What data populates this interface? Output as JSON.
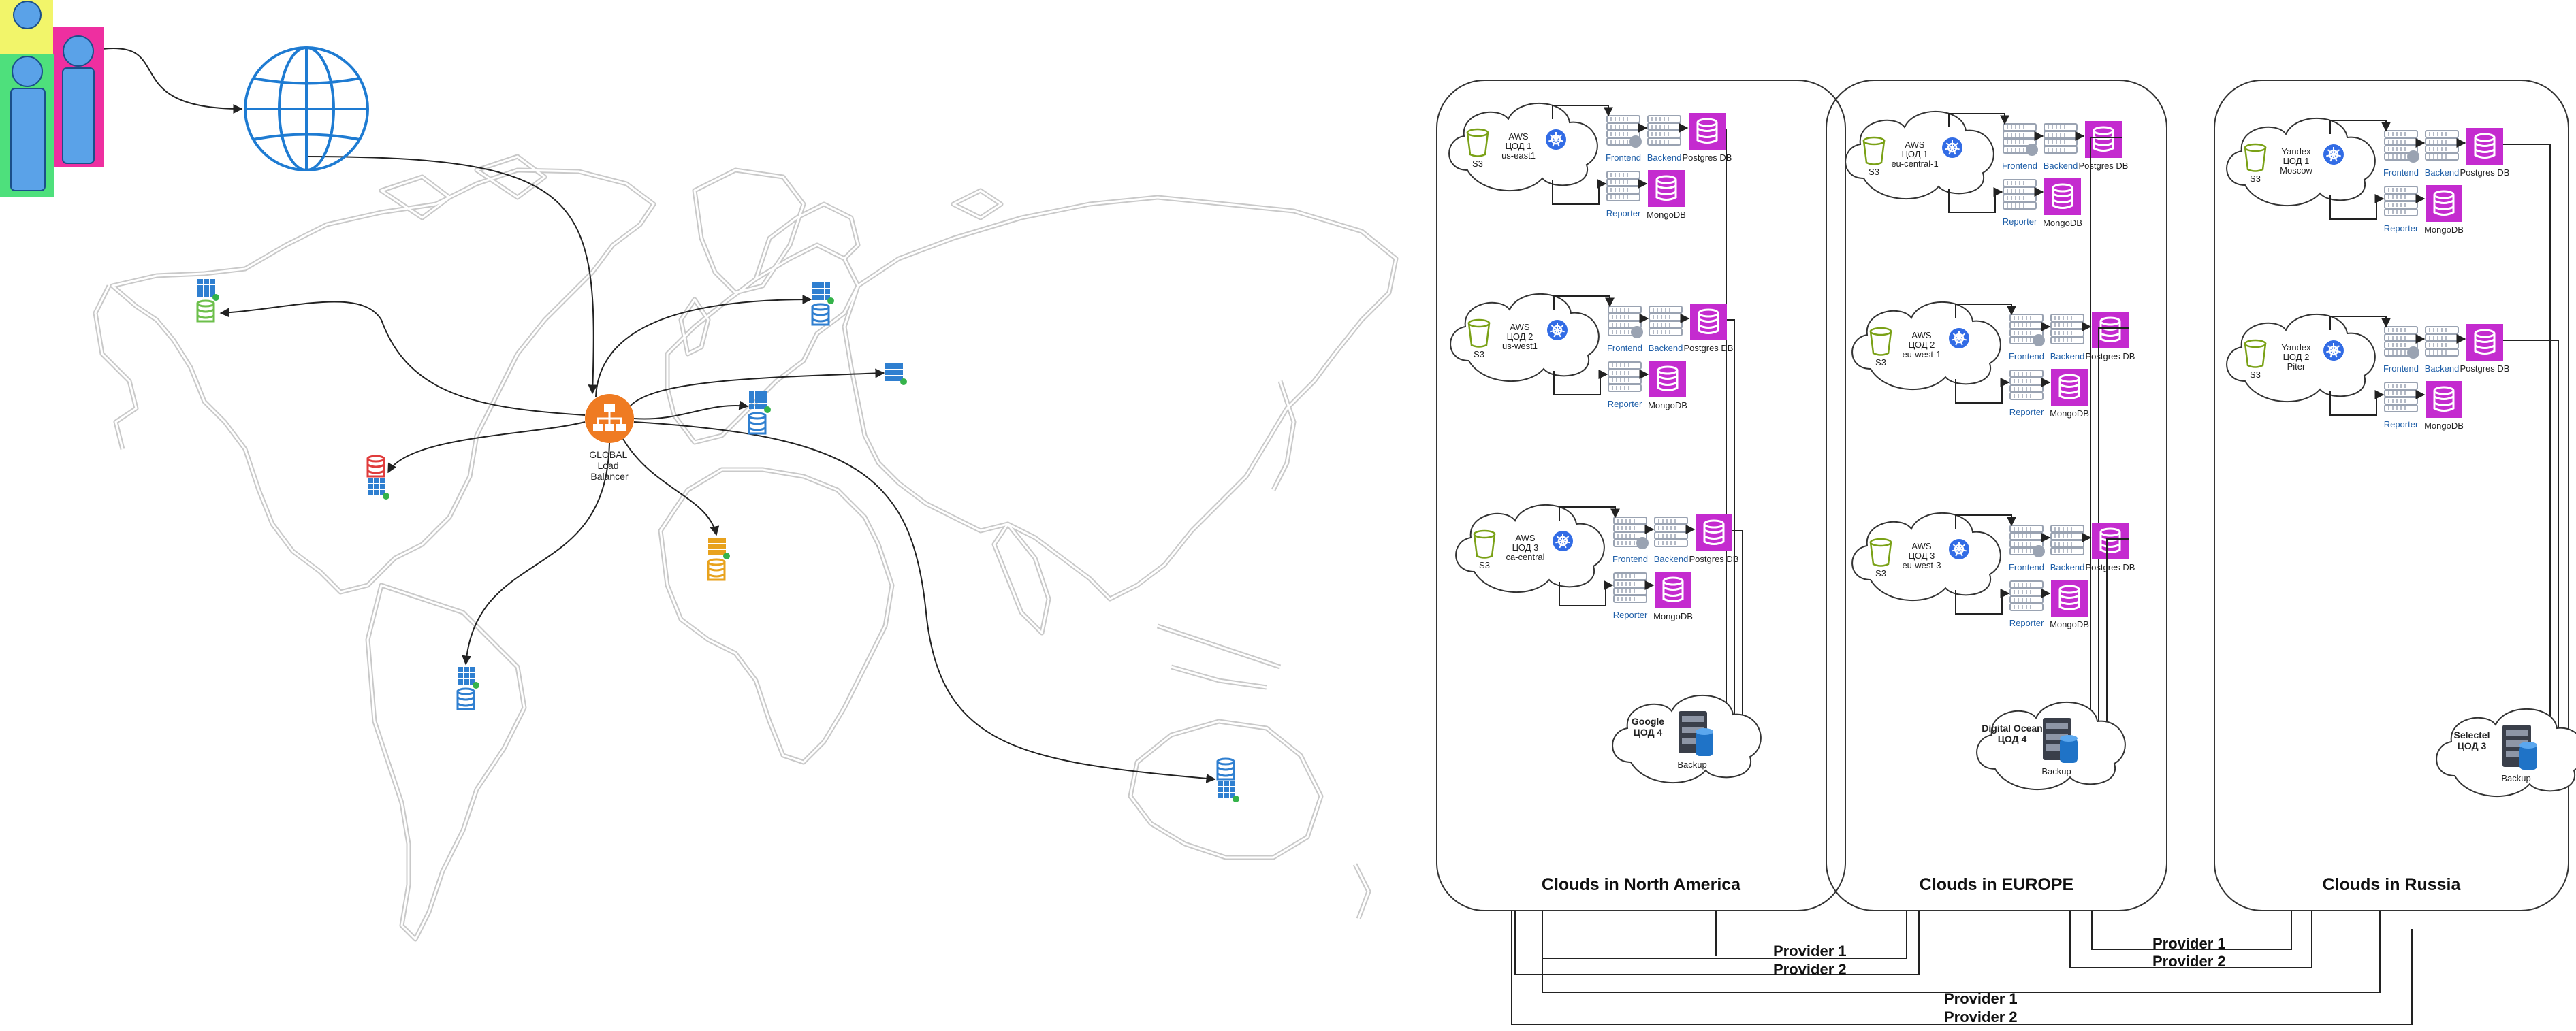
{
  "diagram": {
    "global_lb": {
      "label_lines": [
        "GLOBAL",
        "Load",
        "Balancer"
      ],
      "icon": "load-balancer-icon",
      "color": "#ef7b22"
    },
    "internet": {
      "icon": "globe-icon",
      "color": "#1e7bd2"
    },
    "users": {
      "icon": "users-icon"
    },
    "map_nodes": [
      {
        "id": "alaska",
        "icon": "datacenter-db-icon",
        "color": "#6cbf4b"
      },
      {
        "id": "north-america",
        "icon": "datacenter-db-icon",
        "color": "#e03c3c"
      },
      {
        "id": "north-europe",
        "icon": "datacenter-db-icon",
        "color": "#2f7fd0"
      },
      {
        "id": "east-europe",
        "icon": "datacenter-icon",
        "color": "#2f7fd0"
      },
      {
        "id": "central-europe",
        "icon": "datacenter-db-icon",
        "color": "#2f7fd0"
      },
      {
        "id": "africa",
        "icon": "datacenter-db-icon",
        "color": "#e8a21d"
      },
      {
        "id": "south-america",
        "icon": "datacenter-db-icon",
        "color": "#2f7fd0"
      },
      {
        "id": "australia",
        "icon": "datacenter-db-icon",
        "color": "#2f7fd0"
      }
    ],
    "regions": [
      {
        "title": "Clouds in North America",
        "clouds": [
          {
            "label_lines": [
              "AWS",
              "ЦОД 1",
              "us-east1"
            ],
            "s3": "S3",
            "frontend": "Frontend",
            "backend": "Backend",
            "postgres": "Postgres DB",
            "reporter": "Reporter",
            "mongo": "MongoDB"
          },
          {
            "label_lines": [
              "AWS",
              "ЦОД 2",
              "us-west1"
            ],
            "s3": "S3",
            "frontend": "Frontend",
            "backend": "Backend",
            "postgres": "Postgres DB",
            "reporter": "Reporter",
            "mongo": "MongoDB"
          },
          {
            "label_lines": [
              "AWS",
              "ЦОД 3",
              "ca-central"
            ],
            "s3": "S3",
            "frontend": "Frontend",
            "backend": "Backend",
            "postgres": "Postgres DB",
            "reporter": "Reporter",
            "mongo": "MongoDB"
          }
        ],
        "backup": {
          "label_lines": [
            "Google",
            "ЦОД 4"
          ],
          "caption": "Backup"
        }
      },
      {
        "title": "Clouds in EUROPE",
        "clouds": [
          {
            "label_lines": [
              "AWS",
              "ЦОД 1",
              "eu-central-1"
            ],
            "s3": "S3",
            "frontend": "Frontend",
            "backend": "Backend",
            "postgres": "Postgres DB",
            "reporter": "Reporter",
            "mongo": "MongoDB"
          },
          {
            "label_lines": [
              "AWS",
              "ЦОД 2",
              "eu-west-1"
            ],
            "s3": "S3",
            "frontend": "Frontend",
            "backend": "Backend",
            "postgres": "Postgres DB",
            "reporter": "Reporter",
            "mongo": "MongoDB"
          },
          {
            "label_lines": [
              "AWS",
              "ЦОД 3",
              "eu-west-3"
            ],
            "s3": "S3",
            "frontend": "Frontend",
            "backend": "Backend",
            "postgres": "Postgres DB",
            "reporter": "Reporter",
            "mongo": "MongoDB"
          }
        ],
        "backup": {
          "label_lines": [
            "Digital Ocean",
            "ЦОД 4"
          ],
          "caption": "Backup"
        }
      },
      {
        "title": "Clouds in Russia",
        "clouds": [
          {
            "label_lines": [
              "Yandex",
              "ЦОД 1",
              "Moscow"
            ],
            "s3": "S3",
            "frontend": "Frontend",
            "backend": "Backend",
            "postgres": "Postgres DB",
            "reporter": "Reporter",
            "mongo": "MongoDB"
          },
          {
            "label_lines": [
              "Yandex",
              "ЦОД 2",
              "Piter"
            ],
            "s3": "S3",
            "frontend": "Frontend",
            "backend": "Backend",
            "postgres": "Postgres DB",
            "reporter": "Reporter",
            "mongo": "MongoDB"
          }
        ],
        "backup": {
          "label_lines": [
            "Selectel",
            "ЦОД 3"
          ],
          "caption": "Backup"
        }
      }
    ],
    "providers": [
      {
        "between": "north-america-europe",
        "lines": [
          "Provider 1",
          "Provider 2"
        ]
      },
      {
        "between": "europe-russia",
        "lines": [
          "Provider 1",
          "Provider 2"
        ]
      },
      {
        "between": "north-america-russia",
        "lines": [
          "Provider 1",
          "Provider 2"
        ]
      }
    ],
    "colors": {
      "db_magenta": "#c42bcf",
      "k8s_blue": "#326ce5",
      "s3_green": "#7aa116",
      "server_gray": "#9aa3b2",
      "backup_blue": "#1f73c7"
    }
  }
}
